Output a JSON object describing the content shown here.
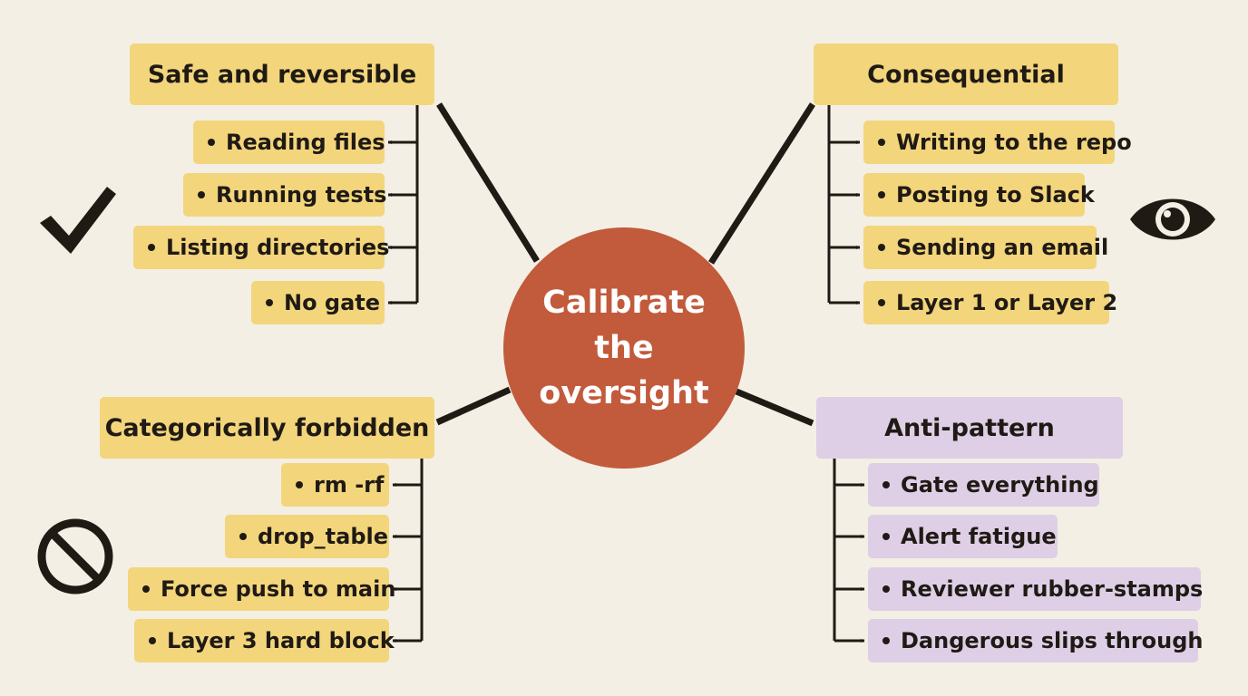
{
  "center": {
    "label": "Calibrate the oversight",
    "color": "#c25a3c"
  },
  "colors": {
    "yellow": "#f3d57c",
    "purple": "#decfe6",
    "ink": "#1f1a14",
    "background": "#f3efe4"
  },
  "groups": {
    "safe": {
      "title": "Safe and reversible",
      "icon": "checkmark-icon",
      "items": [
        "Reading files",
        "Running tests",
        "Listing directories",
        "No gate"
      ]
    },
    "consequential": {
      "title": "Consequential",
      "icon": "eye-icon",
      "items": [
        "Writing to the repo",
        "Posting to Slack",
        "Sending an email",
        "Layer 1 or Layer 2"
      ]
    },
    "forbidden": {
      "title": "Categorically forbidden",
      "icon": "prohibited-icon",
      "items": [
        "rm -rf",
        "drop_table",
        "Force push to main",
        "Layer 3 hard block"
      ]
    },
    "antipattern": {
      "title": "Anti-pattern",
      "items": [
        "Gate everything",
        "Alert fatigue",
        "Reviewer rubber-stamps",
        "Dangerous slips through"
      ]
    }
  }
}
